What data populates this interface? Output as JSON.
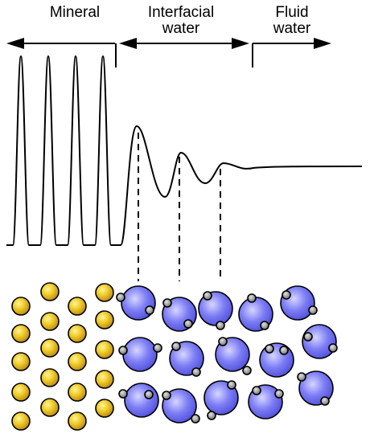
{
  "regions": [
    {
      "key": "mineral",
      "label": "Mineral"
    },
    {
      "key": "interfacial",
      "label": "Interfacial\nwater"
    },
    {
      "key": "fluid",
      "label": "Fluid\nwater"
    }
  ],
  "colors": {
    "line": "#000000",
    "mineral_atom": "#e8c020",
    "mineral_atom_highlight": "#fff59a",
    "water_molecule": "#6f6ff0",
    "water_molecule_highlight": "#d6d6ff",
    "hydrogen": "#8a8a8a"
  },
  "icons": {
    "mineral_atom": "gold-sphere-icon",
    "water_molecule": "blue-sphere-icon",
    "hydrogen": "grey-sphere-icon"
  }
}
